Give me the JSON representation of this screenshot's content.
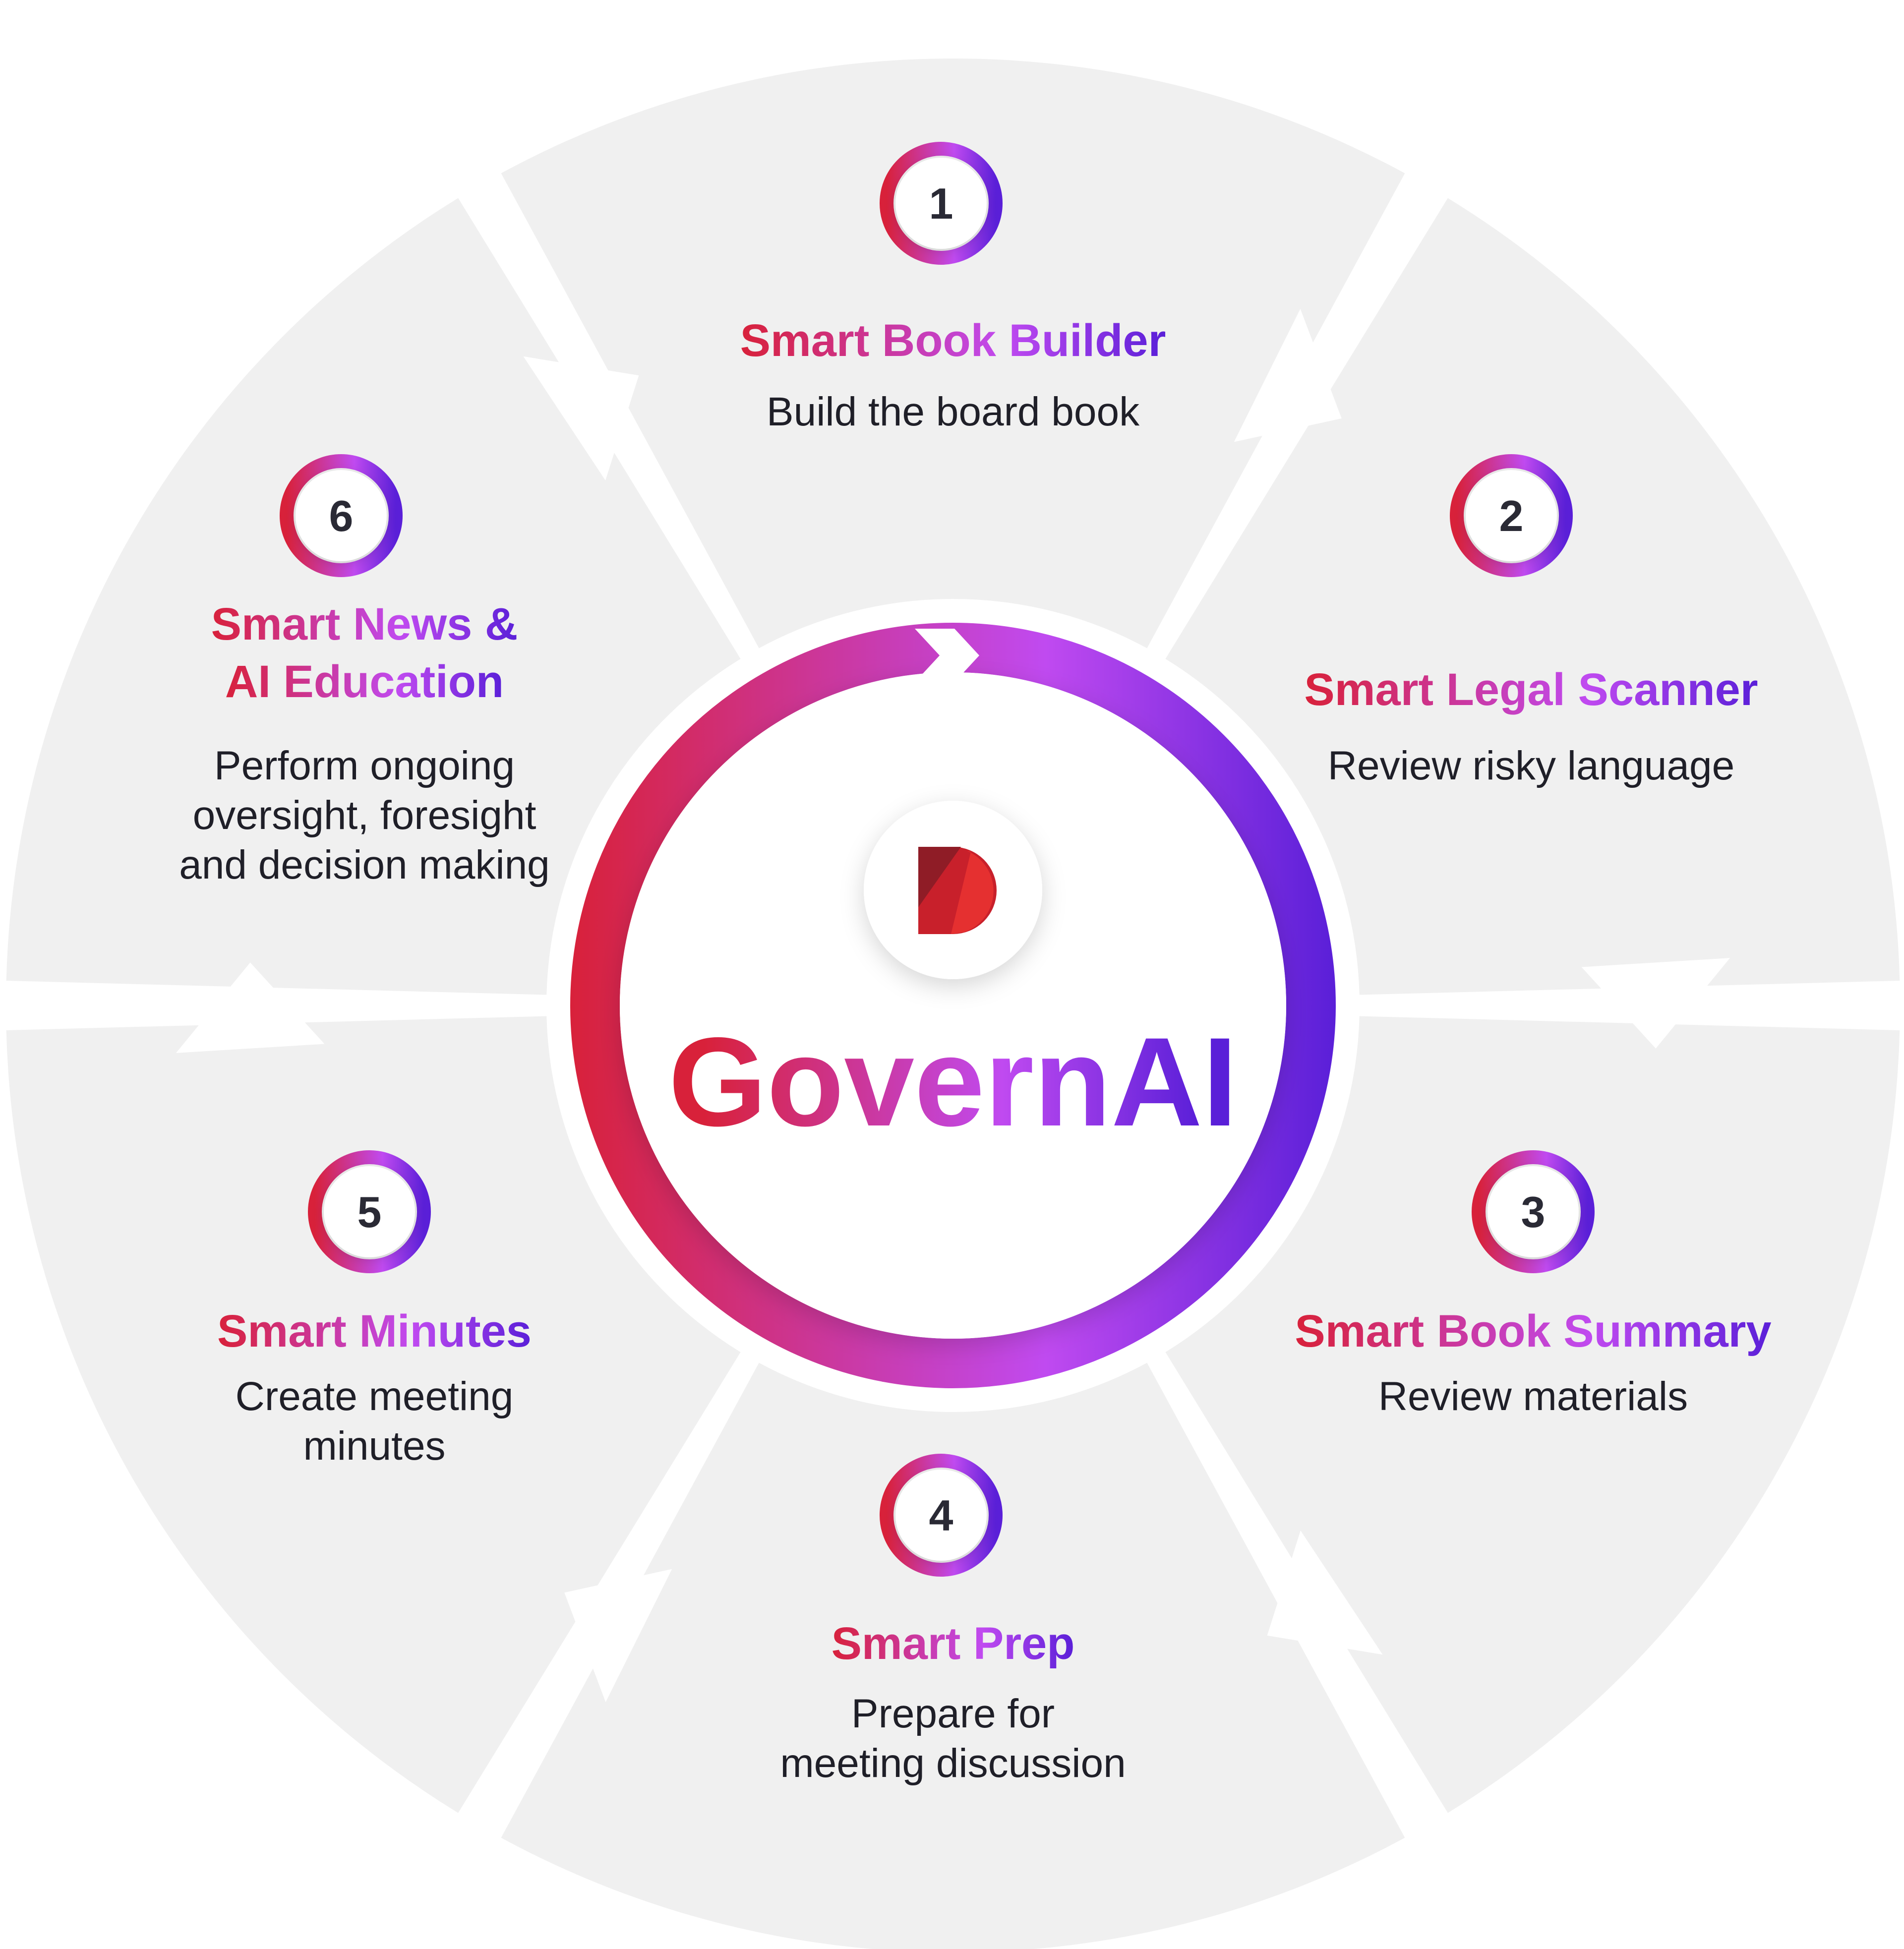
{
  "brand": {
    "name": "GovernAI",
    "logo": "d-logo-icon"
  },
  "colors": {
    "gradient_start": "#d8213a",
    "gradient_mid": "#c04af0",
    "gradient_end": "#5a1fd8",
    "segment_fill": "#f0f0f0",
    "text_dark": "#1f1f28"
  },
  "steps": [
    {
      "number": "1",
      "title": "Smart Book Builder",
      "description": [
        "Build the board book"
      ]
    },
    {
      "number": "2",
      "title": "Smart Legal Scanner",
      "description": [
        "Review risky language"
      ]
    },
    {
      "number": "3",
      "title": "Smart Book Summary",
      "description": [
        "Review materials"
      ]
    },
    {
      "number": "4",
      "title": "Smart Prep",
      "description": [
        "Prepare for",
        "meeting discussion"
      ]
    },
    {
      "number": "5",
      "title": "Smart Minutes",
      "description": [
        "Create meeting",
        "minutes"
      ]
    },
    {
      "number": "6",
      "title": [
        "Smart News &",
        "AI Education"
      ],
      "description": [
        "Perform ongoing",
        "oversight, foresight",
        "and decision making"
      ]
    }
  ]
}
